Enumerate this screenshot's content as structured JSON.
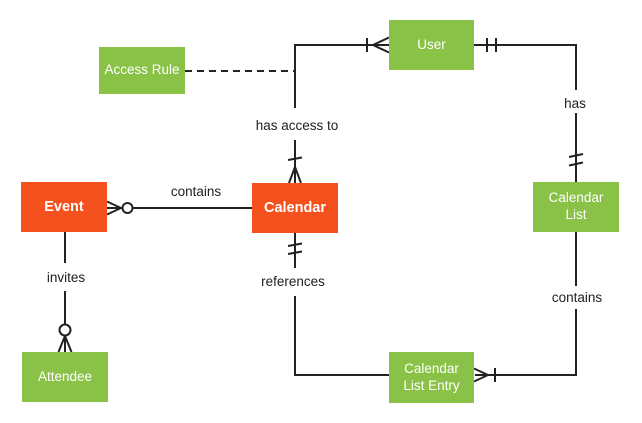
{
  "diagram": {
    "type": "entity-relationship",
    "colors": {
      "entity_green": "#89C247",
      "entity_orange": "#F4511E",
      "line": "#222222",
      "label_text": "#212121",
      "entity_text": "#FFFFFF",
      "background": "#FFFFFF"
    },
    "entities": [
      {
        "id": "access-rule",
        "label": "Access Rule",
        "color": "green"
      },
      {
        "id": "user",
        "label": "User",
        "color": "green"
      },
      {
        "id": "event",
        "label": "Event",
        "color": "orange"
      },
      {
        "id": "calendar",
        "label": "Calendar",
        "color": "orange"
      },
      {
        "id": "calendar-list",
        "label": "Calendar List",
        "color": "green"
      },
      {
        "id": "attendee",
        "label": "Attendee",
        "color": "green"
      },
      {
        "id": "calendar-list-entry",
        "label": "Calendar List Entry",
        "color": "green"
      }
    ],
    "relationships": [
      {
        "id": "calendar-contains-event",
        "label": "contains",
        "from": "Calendar",
        "to": "Event",
        "end_notation": "zero-or-many",
        "style": "solid"
      },
      {
        "id": "event-invites-attendee",
        "label": "invites",
        "from": "Event",
        "to": "Attendee",
        "end_notation": "zero-or-many",
        "style": "solid"
      },
      {
        "id": "user-has-access-to-calendar",
        "label": "has access to",
        "from": "User",
        "to": "Calendar",
        "end_notation": "one-or-many-both-ends",
        "style": "solid"
      },
      {
        "id": "access-rule-link",
        "label": "",
        "from": "Access Rule",
        "to": "user-calendar-edge",
        "end_notation": "none",
        "style": "dashed"
      },
      {
        "id": "user-has-calendar-list",
        "label": "has",
        "from": "User",
        "to": "Calendar List",
        "end_notation": "exactly-one-both-ends",
        "style": "solid"
      },
      {
        "id": "calendar-list-contains-entry",
        "label": "contains",
        "from": "Calendar List",
        "to": "Calendar List Entry",
        "end_notation": "one-or-many",
        "style": "solid"
      },
      {
        "id": "entry-references-calendar",
        "label": "references",
        "from": "Calendar List Entry",
        "to": "Calendar",
        "end_notation": "exactly-one",
        "style": "solid"
      }
    ]
  }
}
